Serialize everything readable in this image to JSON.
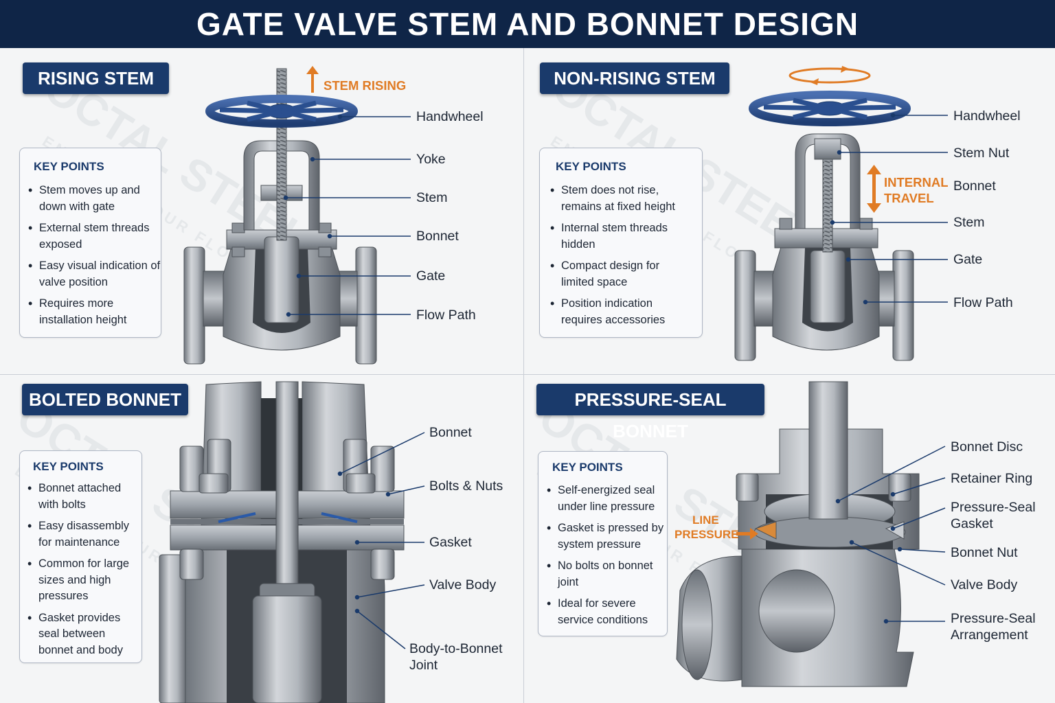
{
  "title": "GATE VALVE STEM AND BONNET DESIGN",
  "watermark": {
    "brand": "OCTAL STEEL",
    "slogan": "ENSURING YOUR FLOW"
  },
  "colors": {
    "banner": "#0f2547",
    "tag": "#1a3a6b",
    "handwheel": "#2a4f8f",
    "accent_orange": "#e07b24",
    "leader": "#1a3a6b",
    "steel_light": "#c8ccd1",
    "steel_mid": "#9ea4ab",
    "steel_dark": "#5c6168"
  },
  "panels": {
    "rising": {
      "tag": "RISING STEM",
      "key_points_title": "KEY POINTS",
      "key_points": [
        "Stem moves up and down with gate",
        "External stem threads exposed",
        "Easy visual indication of valve position",
        "Requires more installation height"
      ],
      "callout": "STEM RISING",
      "labels": [
        "Handwheel",
        "Yoke",
        "Stem",
        "Bonnet",
        "Gate",
        "Flow Path"
      ]
    },
    "nonrising": {
      "tag": "NON-RISING STEM",
      "key_points_title": "KEY POINTS",
      "key_points": [
        "Stem does not rise, remains at fixed height",
        "Internal stem threads hidden",
        "Compact design for limited space",
        "Position indication requires accessories"
      ],
      "callout_line1": "INTERNAL",
      "callout_line2": "TRAVEL",
      "labels": [
        "Handwheel",
        "Stem Nut",
        "Bonnet",
        "Stem",
        "Gate",
        "Flow Path"
      ]
    },
    "bolted": {
      "tag": "BOLTED BONNET",
      "key_points_title": "KEY POINTS",
      "key_points": [
        "Bonnet attached with bolts",
        "Easy disassembly for maintenance",
        "Common for large sizes and high pressures",
        "Gasket provides seal between bonnet and body"
      ],
      "labels": [
        "Bonnet",
        "Bolts & Nuts",
        "Gasket",
        "Valve Body"
      ],
      "label_joint_line1": "Body-to-Bonnet",
      "label_joint_line2": "Joint"
    },
    "pressure": {
      "tag": "PRESSURE-SEAL BONNET",
      "key_points_title": "KEY POINTS",
      "key_points": [
        "Self-energized seal under line pressure",
        "Gasket is pressed by system pressure",
        "No bolts on bonnet joint",
        "Ideal for severe service conditions"
      ],
      "callout_line1": "LINE",
      "callout_line2": "PRESSURE",
      "labels": [
        "Bonnet Disc",
        "Retainer Ring",
        "Bonnet Nut",
        "Valve Body"
      ],
      "label_gasket_line1": "Pressure-Seal",
      "label_gasket_line2": "Gasket",
      "label_arr_line1": "Pressure-Seal",
      "label_arr_line2": "Arrangement"
    }
  }
}
